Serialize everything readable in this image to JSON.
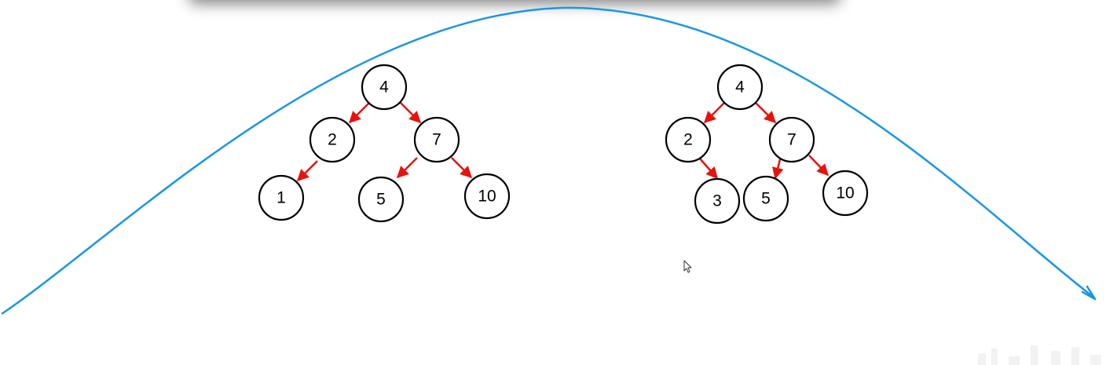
{
  "colors": {
    "background": "#ffffff",
    "node_stroke": "#000000",
    "edge": "#e8120c",
    "curve": "#1a96e6",
    "shadow": "#6f6f6f"
  },
  "icons": {
    "cursor": "mouse-cursor-icon"
  },
  "trees": [
    {
      "name": "left-tree",
      "nodes": [
        {
          "id": "a4",
          "label": "4"
        },
        {
          "id": "a2",
          "label": "2"
        },
        {
          "id": "a7",
          "label": "7"
        },
        {
          "id": "a1",
          "label": "1"
        },
        {
          "id": "a5",
          "label": "5"
        },
        {
          "id": "a10",
          "label": "10"
        }
      ],
      "edges": [
        {
          "from": "a4",
          "to": "a2"
        },
        {
          "from": "a4",
          "to": "a7"
        },
        {
          "from": "a2",
          "to": "a1"
        },
        {
          "from": "a7",
          "to": "a5"
        },
        {
          "from": "a7",
          "to": "a10"
        }
      ]
    },
    {
      "name": "right-tree",
      "nodes": [
        {
          "id": "b4",
          "label": "4"
        },
        {
          "id": "b2",
          "label": "2"
        },
        {
          "id": "b7",
          "label": "7"
        },
        {
          "id": "b3",
          "label": "3"
        },
        {
          "id": "b5",
          "label": "5"
        },
        {
          "id": "b10",
          "label": "10"
        }
      ],
      "edges": [
        {
          "from": "b4",
          "to": "b2"
        },
        {
          "from": "b4",
          "to": "b7"
        },
        {
          "from": "b2",
          "to": "b3"
        },
        {
          "from": "b7",
          "to": "b5"
        },
        {
          "from": "b7",
          "to": "b10"
        }
      ]
    }
  ]
}
